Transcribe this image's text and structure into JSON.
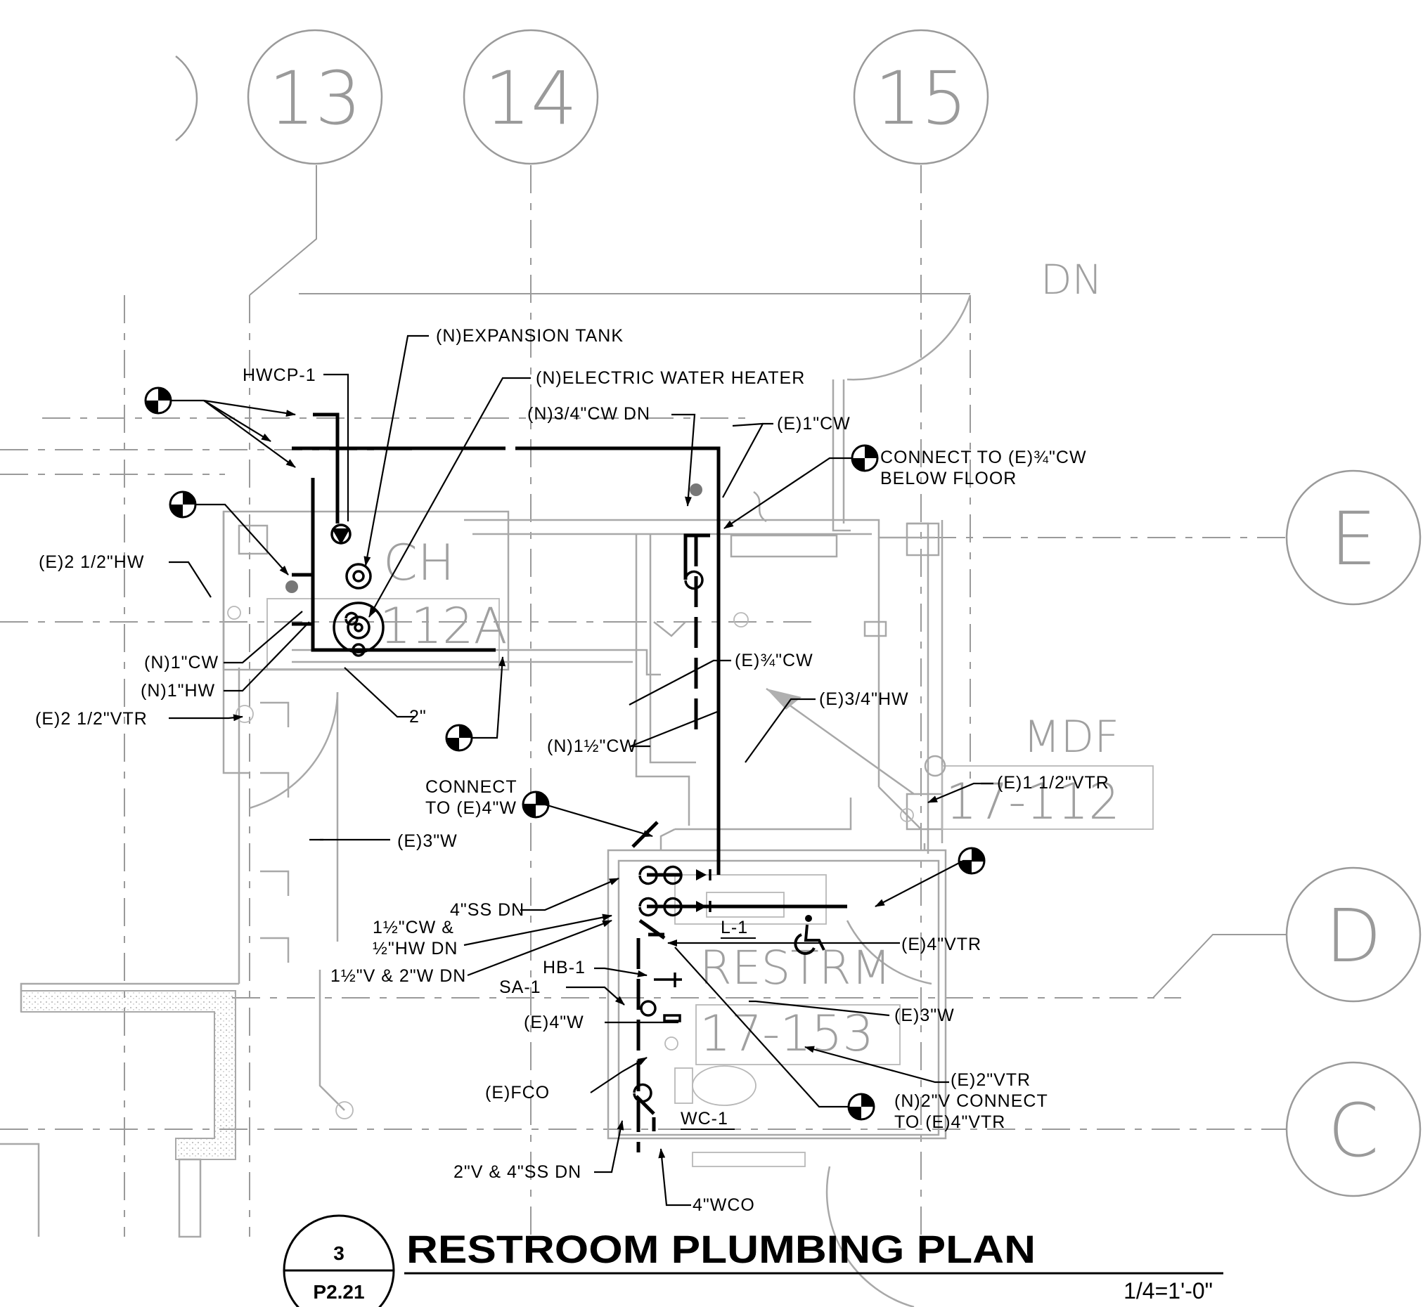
{
  "grid_bubbles": {
    "col_13": "13",
    "col_14": "14",
    "col_15": "15",
    "row_e": "E",
    "row_d": "D",
    "row_c": "C"
  },
  "rooms": {
    "dn": "DN",
    "mech_letters": "CH",
    "mech_number": "112A",
    "mdf_name": "MDF",
    "mdf_number": "17-112",
    "restroom_name": "RESTRM",
    "restroom_number": "17-153"
  },
  "callouts": {
    "expansion_tank": "(N)EXPANSION TANK",
    "hwcp": "HWCP-1",
    "water_heater": "(N)ELECTRIC WATER HEATER",
    "cw_dn_34": "(N)3/4\"CW DN",
    "e_1cw": "(E)1\"CW",
    "connect_cw_1": "CONNECT TO (E)¾\"CW",
    "connect_cw_2": "BELOW FLOOR",
    "e_212_hw": "(E)2 1/2\"HW",
    "n_1cw": "(N)1\"CW",
    "n_1hw": "(N)1\"HW",
    "e_212_vtr": "(E)2 1/2\"VTR",
    "two_inch": "2\"",
    "e_34cw": "(E)¾\"CW",
    "e_34hw": "(E)3/4\"HW",
    "n_112cw": "(N)1½\"CW",
    "e_112vtr": "(E)1 1/2\"VTR",
    "connect_w_1": "CONNECT",
    "connect_w_2": "TO (E)4\"W",
    "e_3w_left": "(E)3\"W",
    "cw_ss_dn": "4\"SS DN",
    "cw_hw_1": "1½\"CW &",
    "cw_hw_2": "½\"HW DN",
    "v_w_dn": "1½\"V & 2\"W DN",
    "l1": "L-1",
    "e_4vtr": "(E)4\"VTR",
    "hb1": "HB-1",
    "sa1": "SA-1",
    "e_4w": "(E)4\"W",
    "e_3w_right": "(E)3\"W",
    "e_fco": "(E)FCO",
    "e_2vtr": "(E)2\"VTR",
    "n_2v_1": "(N)2\"V CONNECT",
    "n_2v_2": "TO (E)4\"VTR",
    "wc1": "WC-1",
    "v_ss_dn": "2\"V & 4\"SS DN",
    "wco": "4\"WCO"
  },
  "title_block": {
    "detail_number": "3",
    "sheet": "P2.21",
    "title": "RESTROOM PLUMBING PLAN",
    "scale": "1/4=1'-0\""
  }
}
